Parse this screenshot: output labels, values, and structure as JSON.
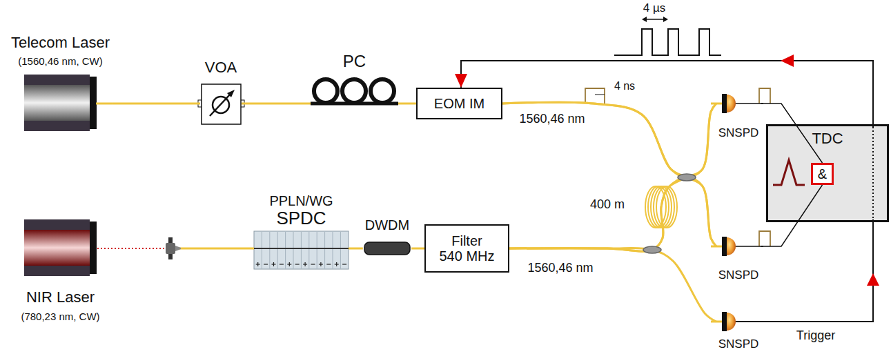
{
  "diagram": {
    "nodes": [
      {
        "text": [
          "Telecom Laser",
          "(1560,46 nm, CW)"
        ]
      },
      {
        "text": [
          "VOA"
        ]
      },
      {
        "text": [
          "PC"
        ]
      },
      {
        "text": [
          "EOM IM"
        ]
      },
      {
        "text": [
          "SNSPD"
        ]
      },
      {
        "text": [
          "TDC"
        ]
      },
      {
        "text": [
          "&"
        ],
        "in": 5
      },
      {
        "text": [
          "SNSPD"
        ]
      },
      {
        "text": [
          "NIR Laser",
          "(780,23 nm, CW)"
        ]
      },
      {
        "text": [
          "PPLN/WG",
          "SPDC"
        ]
      },
      {
        "text": [
          "DWDM"
        ]
      },
      {
        "text": [
          "Filter 540 MHz"
        ]
      },
      {
        "text": [
          "SNSPD"
        ]
      }
    ],
    "edges": [
      {
        "from": 0,
        "to": 1,
        "arrow": "none"
      },
      {
        "from": 1,
        "to": 2,
        "arrow": "none"
      },
      {
        "from": 2,
        "to": 3,
        "arrow": "none"
      },
      {
        "from": 3,
        "to": 4,
        "arrow": "none"
      },
      {
        "from": 3,
        "to": 7,
        "arrow": "none"
      },
      {
        "from": 8,
        "to": 9,
        "arrow": "none"
      },
      {
        "from": 9,
        "to": 10,
        "arrow": "none"
      },
      {
        "from": 10,
        "to": 11,
        "arrow": "none"
      },
      {
        "from": 11,
        "to": 4,
        "arrow": "none"
      },
      {
        "from": 11,
        "to": 7,
        "arrow": "none"
      },
      {
        "from": 11,
        "to": 12,
        "arrow": "none"
      },
      {
        "from": 4,
        "to": 6,
        "arrow": "none"
      },
      {
        "from": 7,
        "to": 6,
        "arrow": "none"
      },
      {
        "from": 12,
        "to": 3,
        "arrow": "to",
        "label": "Trigger"
      }
    ],
    "labels": [
      "4 µs",
      "4 ns",
      "1560,46 nm",
      "400 m",
      "1560,46 nm"
    ]
  }
}
